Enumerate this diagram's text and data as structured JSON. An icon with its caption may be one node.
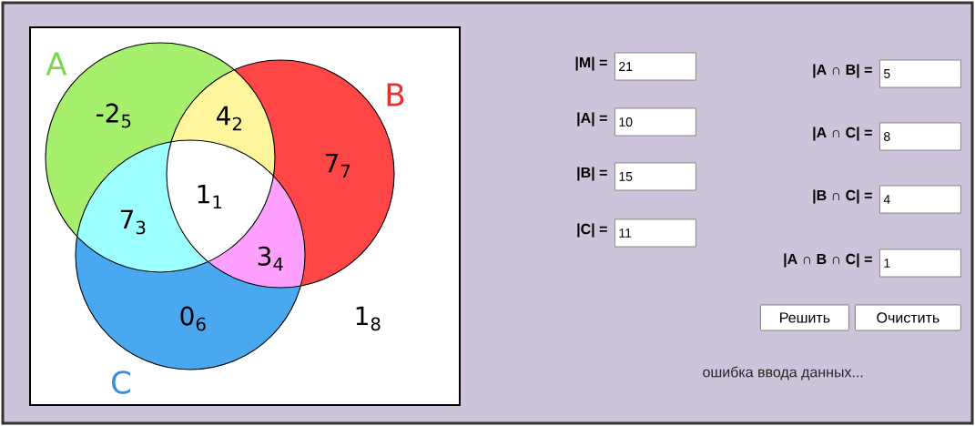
{
  "diagram": {
    "nodes": [
      {
        "text": [
          "A"
        ]
      },
      {
        "text": [
          "B"
        ]
      },
      {
        "text": [
          "C"
        ]
      },
      {
        "text": [
          "21"
        ],
        "beside": [
          "|M| ="
        ]
      },
      {
        "text": [
          "10"
        ],
        "beside": [
          "|A| ="
        ]
      },
      {
        "text": [
          "15"
        ],
        "beside": [
          "|B| ="
        ]
      },
      {
        "text": [
          "11"
        ],
        "beside": [
          "|C| ="
        ]
      },
      {
        "text": [
          "5"
        ],
        "beside": [
          "|A ∩ B| ="
        ]
      },
      {
        "text": [
          "8"
        ],
        "beside": [
          "|A ∩ C| ="
        ]
      },
      {
        "text": [
          "4"
        ],
        "beside": [
          "|B ∩ C| ="
        ]
      },
      {
        "text": [
          "1"
        ],
        "beside": [
          "|A ∩ B ∩ C| ="
        ]
      },
      {
        "text": [
          "Решить"
        ]
      },
      {
        "text": [
          "Очистить"
        ]
      }
    ],
    "labels": [
      "-2$_{5}$",
      "4$_{2}$",
      "7$_{7}$",
      "1$_{1}$",
      "7$_{3}$",
      "3$_{4}$",
      "0$_{6}$",
      "1$_{8}$",
      "ошибка ввода данных..."
    ]
  }
}
